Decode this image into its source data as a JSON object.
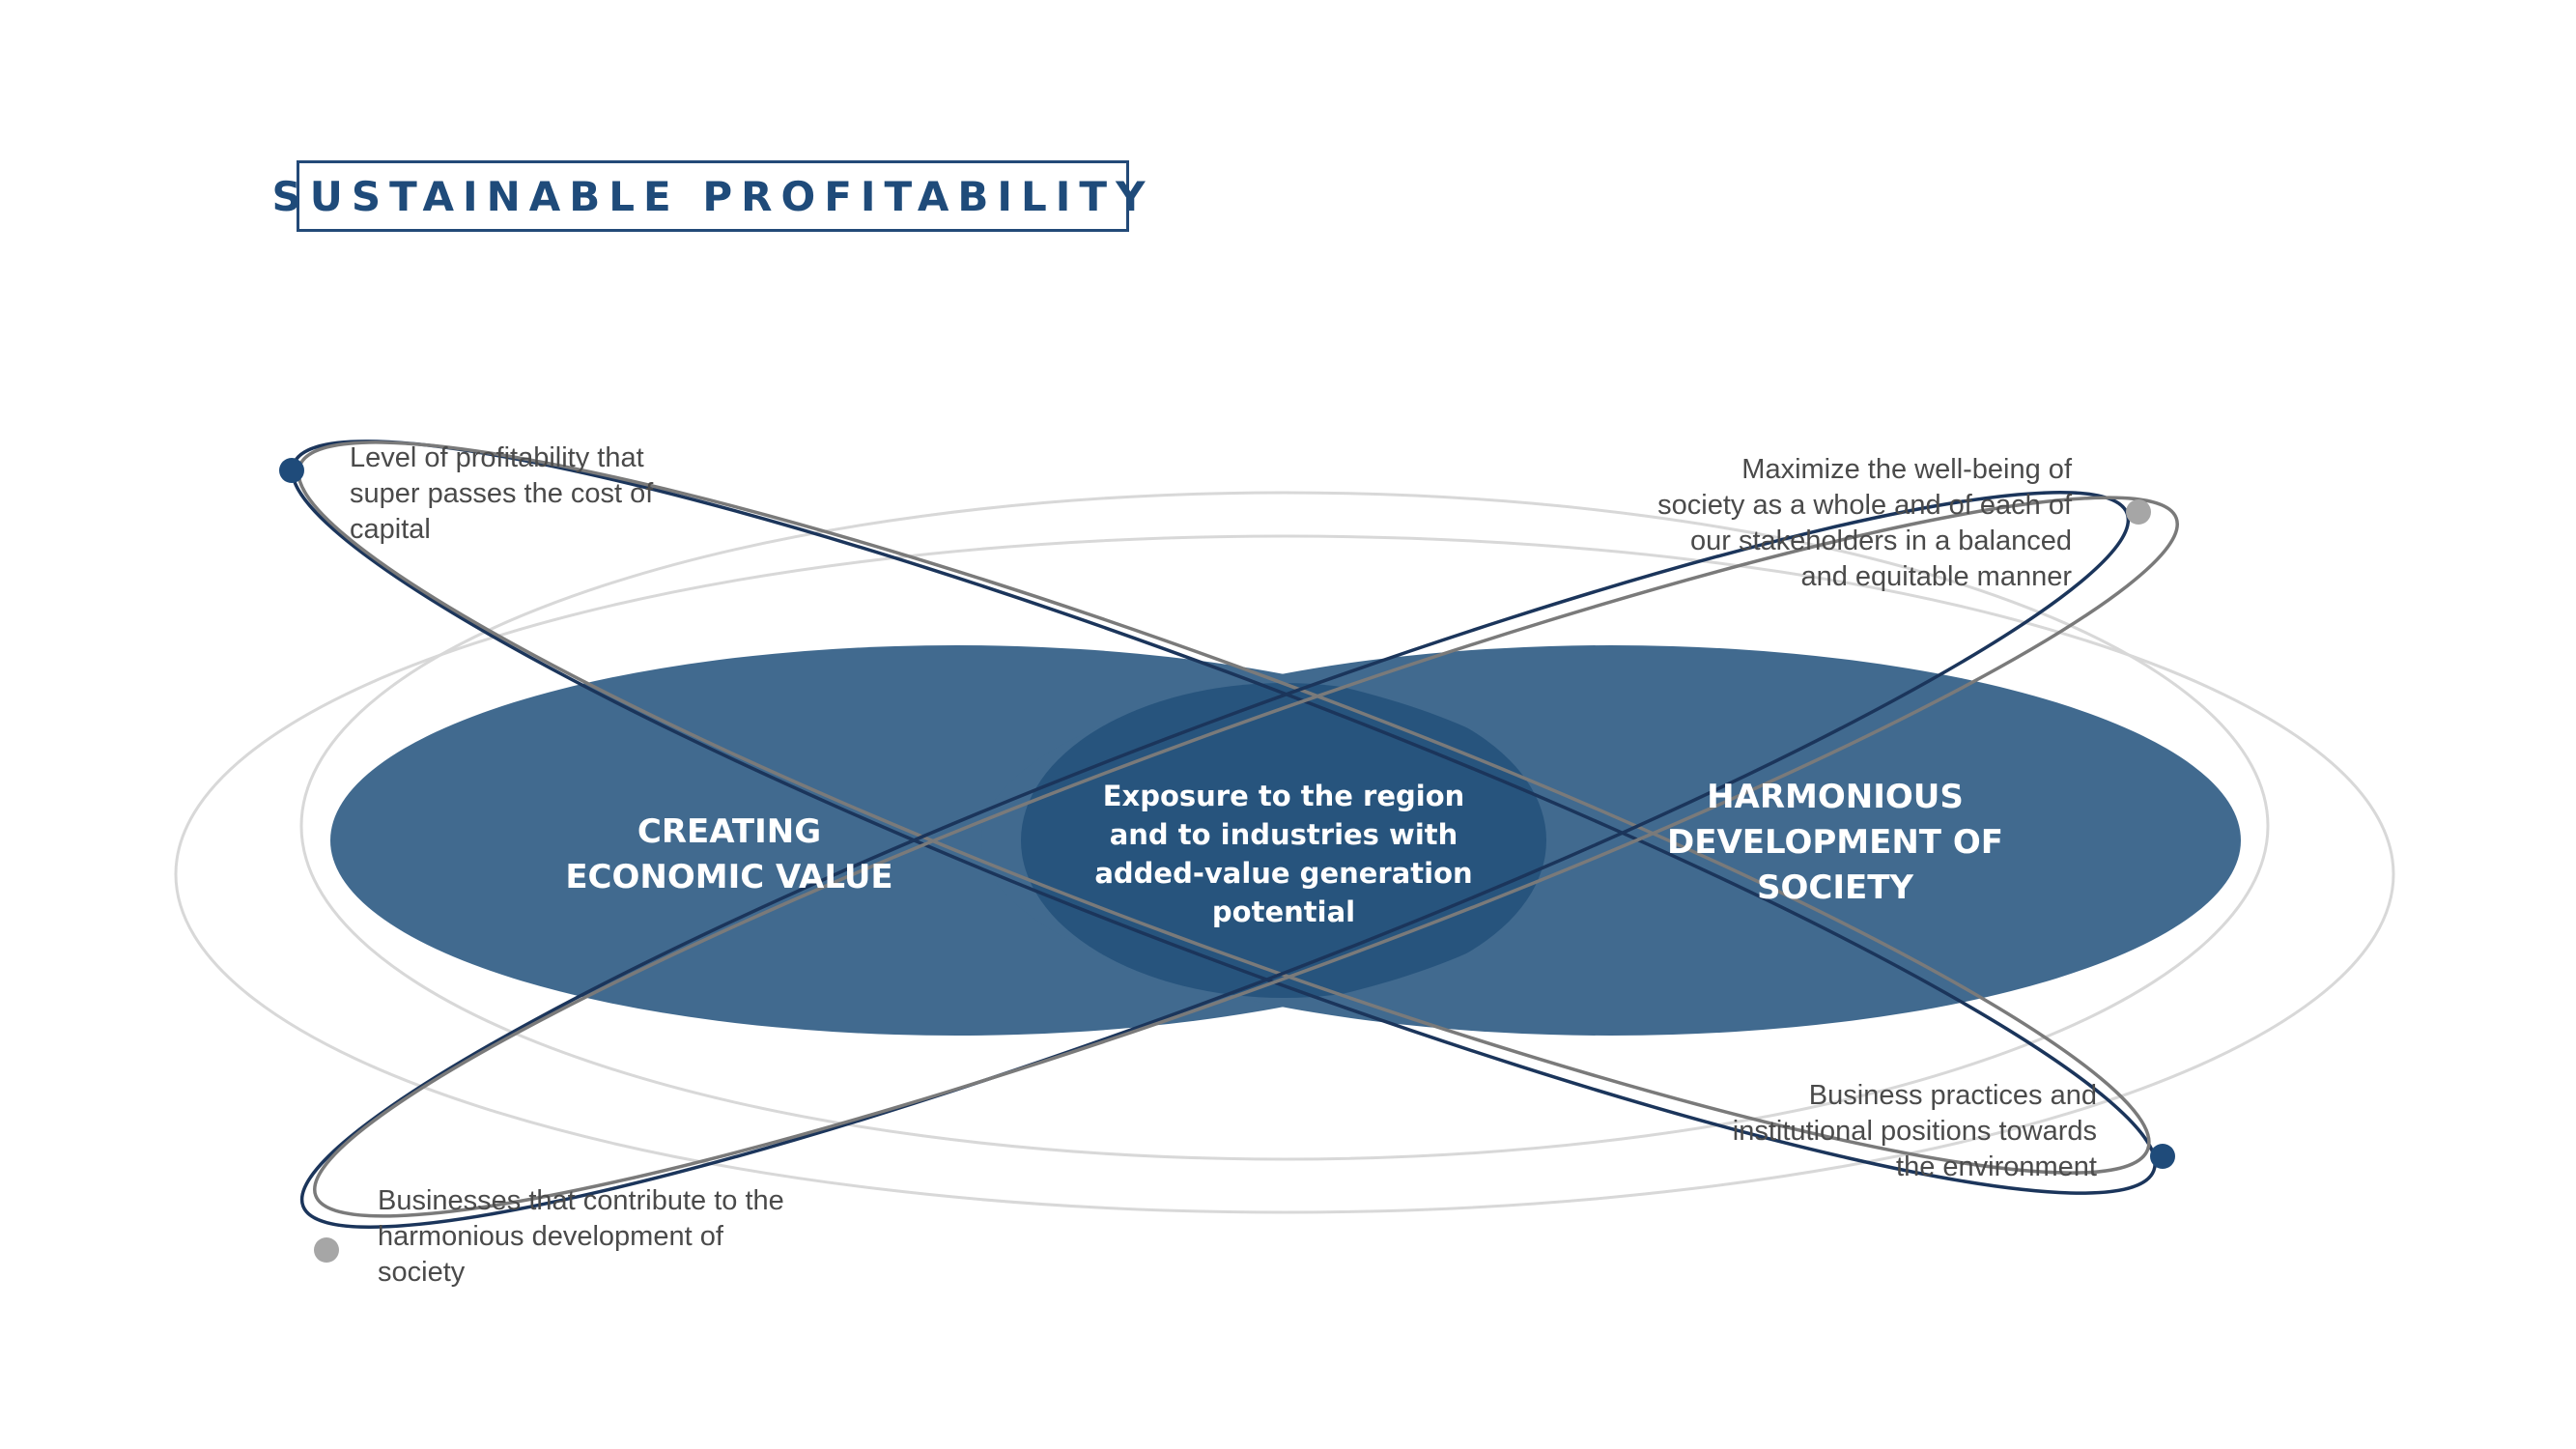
{
  "title": "SUSTAINABLE PROFITABILITY",
  "colors": {
    "title": "#1f4b7a",
    "ellipse_fill": "#416a8f",
    "overlap_fill": "#27547d",
    "orbit_dark": "#1b355b",
    "orbit_gray": "#7a7a7a",
    "orbit_light": "#d8d8d8",
    "dot_dark": "#1f4b7a",
    "dot_gray": "#a6a6a6",
    "note_text": "#4a4a4a"
  },
  "left_circle": {
    "lines": [
      "CREATING",
      "ECONOMIC VALUE"
    ]
  },
  "right_circle": {
    "lines": [
      "HARMONIOUS",
      "DEVELOPMENT OF",
      "SOCIETY"
    ]
  },
  "overlap": {
    "lines": [
      "Exposure to the region",
      "and to industries with",
      "added-value generation",
      "potential"
    ]
  },
  "notes": {
    "top_left": {
      "lines": [
        "Level of profitability that",
        "super passes the cost of",
        "capital"
      ]
    },
    "top_right": {
      "lines": [
        "Maximize the well-being of",
        "society as a whole and of each of",
        "our stakeholders in a balanced",
        "and equitable manner"
      ]
    },
    "bottom_left": {
      "lines": [
        "Businesses that contribute to the",
        "harmonious development of",
        "society"
      ]
    },
    "bottom_right": {
      "lines": [
        "Business practices and",
        "institutional positions towards",
        "the environment"
      ]
    }
  }
}
